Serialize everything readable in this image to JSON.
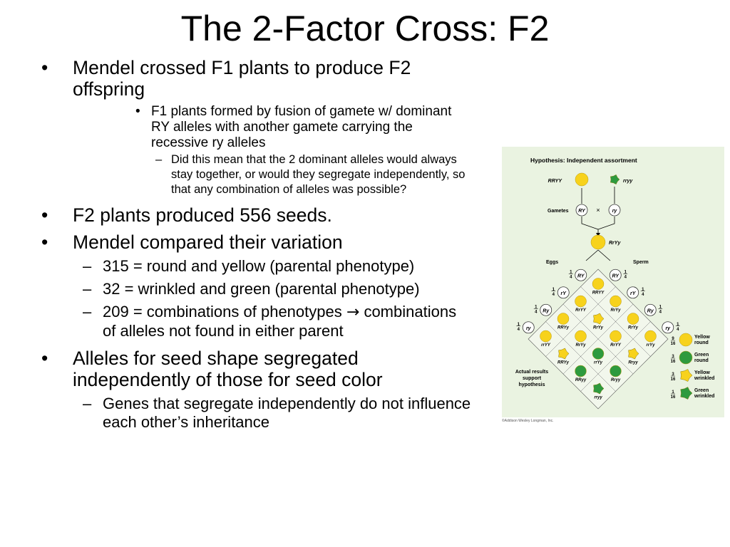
{
  "slide": {
    "title": "The 2-Factor Cross: F2",
    "bullets": [
      {
        "text": "Mendel crossed F1 plants to produce F2 offspring"
      },
      {
        "text": "F1 plants formed by fusion of gamete w/ dominant RY alleles with another gamete carrying the recessive ry alleles"
      },
      {
        "text": "Did this mean that the 2 dominant alleles would always stay together, or would they segregate independently, so that any combination of alleles was possible?"
      },
      {
        "text": "F2 plants produced 556 seeds."
      },
      {
        "text": "Mendel compared their variation"
      },
      {
        "text": "315 = round and yellow (parental phenotype)"
      },
      {
        "text": "32 = wrinkled and green (parental phenotype)"
      },
      {
        "text": "209 = combinations of phenotypes",
        "arrow": "→",
        "text_after": "combinations of alleles not found in either parent"
      },
      {
        "text": "Alleles for seed shape segregated independently of those for seed color"
      },
      {
        "text": "Genes that segregate independently do not influence each other’s inheritance"
      }
    ]
  },
  "figure": {
    "heading": "Hypothesis: Independent assortment",
    "parent1": "RRYY",
    "parent2": "rryy",
    "gametes_label": "Gametes",
    "gamete1": "RY",
    "cross": "×",
    "gamete2": "ry",
    "f1": "RrYy",
    "eggs_label": "Eggs",
    "sperm_label": "Sperm",
    "frac_num": "1",
    "frac_den": "4",
    "egg_gametes": [
      "RY",
      "rY",
      "Ry",
      "ry"
    ],
    "sperm_gametes": [
      "RY",
      "rY",
      "Ry",
      "ry"
    ],
    "cell_labels": {
      "rryy": "RRYY",
      "rryy_a": "RrYY",
      "rryy_b": "RRYy",
      "rryy_c": "rrYY",
      "rryy_d": "RrYy",
      "rryy_e": "RrYy",
      "rryy_f": "RRyy",
      "rryy_g": "rrYy",
      "rryy_h": "Rryy",
      "rryy_i": "rryy"
    },
    "cell_texts": [
      "RRYY",
      "RrYY",
      "RRYy",
      "rrYY",
      "RrYy",
      "RrYy",
      "RrYy",
      "RRYy",
      "RrYy",
      "RrYY",
      "rrYy",
      "RRyy",
      "rrYy",
      "Rryy",
      "Rryy",
      "rryy"
    ],
    "result_caption": [
      "Actual results",
      "support",
      "hypothesis"
    ],
    "legend": [
      {
        "num": "9",
        "den": "16",
        "label1": "Yellow",
        "label2": "round"
      },
      {
        "num": "3",
        "den": "16",
        "label1": "Green",
        "label2": "round"
      },
      {
        "num": "3",
        "den": "16",
        "label1": "Yellow",
        "label2": "wrinkled"
      },
      {
        "num": "1",
        "den": "16",
        "label1": "Green",
        "label2": "wrinkled"
      }
    ],
    "credit": "©Addison Wesley Longman, Inc.",
    "colors": {
      "yellow": "#f7d21c",
      "green": "#2e9a3e",
      "background": "#eaf3e1"
    }
  }
}
